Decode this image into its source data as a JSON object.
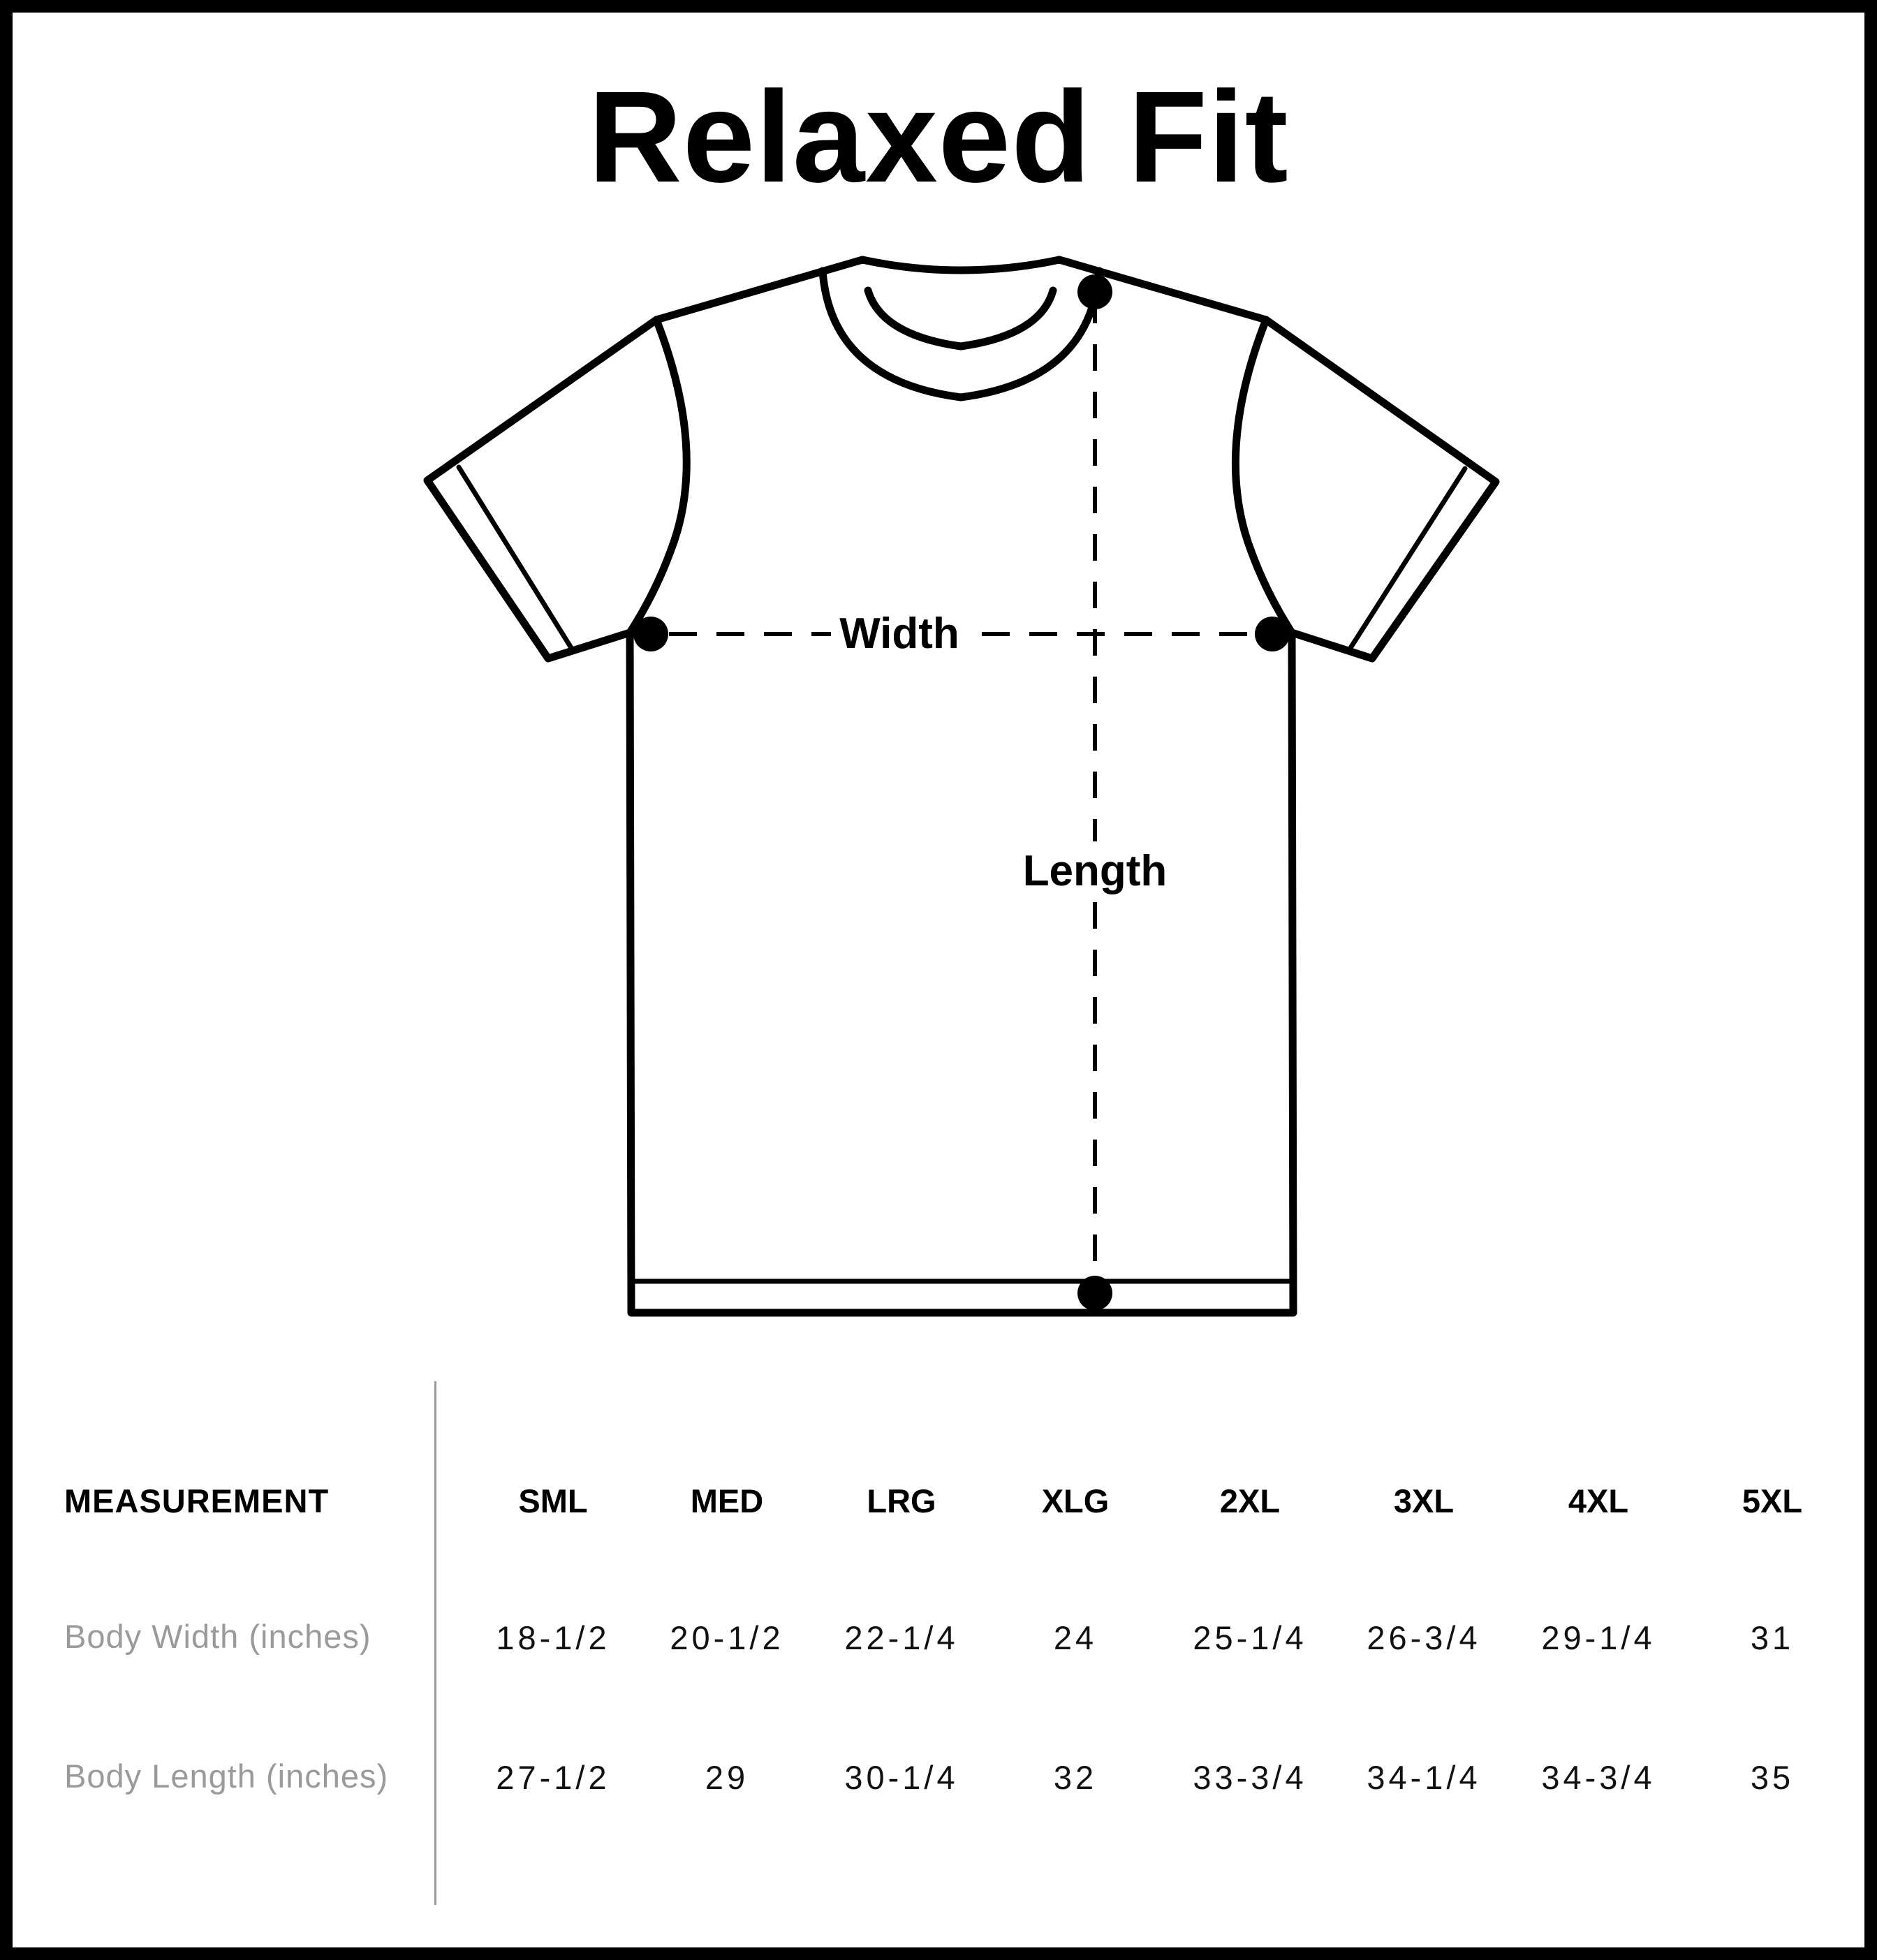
{
  "title": "Relaxed Fit",
  "diagram": {
    "width_label": "Width",
    "length_label": "Length"
  },
  "table": {
    "header_label": "MEASUREMENT",
    "sizes": [
      "SML",
      "MED",
      "LRG",
      "XLG",
      "2XL",
      "3XL",
      "4XL",
      "5XL"
    ],
    "rows": [
      {
        "label": "Body Width (inches)",
        "values": [
          "18-1/2",
          "20-1/2",
          "22-1/4",
          "24",
          "25-1/4",
          "26-3/4",
          "29-1/4",
          "31"
        ]
      },
      {
        "label": "Body Length (inches)",
        "values": [
          "27-1/2",
          "29",
          "30-1/4",
          "32",
          "33-3/4",
          "34-1/4",
          "34-3/4",
          "35"
        ]
      }
    ]
  }
}
